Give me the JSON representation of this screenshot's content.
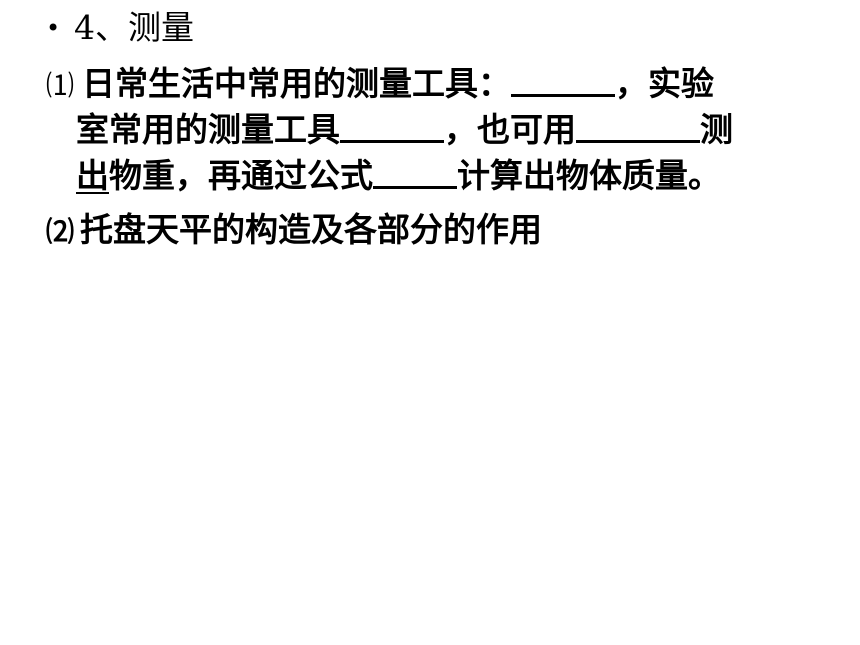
{
  "heading": {
    "bullet": "•",
    "text": "4、测量"
  },
  "item1": {
    "marker": "⑴",
    "line1_text_a": "日常生活中常用的测量工具：",
    "line1_text_b": "，实验",
    "line2_text_a": "室常用的测量工具",
    "line2_text_b": "，也可用",
    "line2_text_c": "测",
    "line3_text_underlined": "出",
    "line3_text_a": "物重，再通过公式",
    "line3_text_b": "计算出物体质量。"
  },
  "item2": {
    "marker": "⑵",
    "text": "托盘天平的构造及各部分的作用"
  }
}
